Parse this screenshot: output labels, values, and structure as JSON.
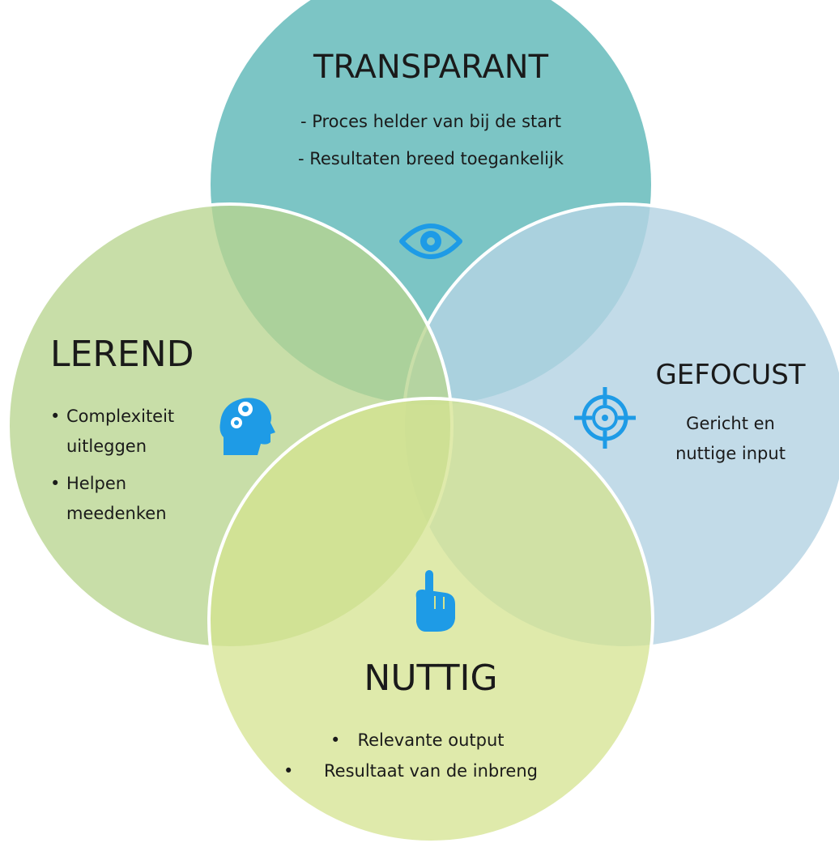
{
  "colors": {
    "transparant_fill": "#7CC5C5",
    "gefocust_fill": "#B4D3E3",
    "lerend_fill": "#B9D58F",
    "nuttig_fill": "#D4E38F",
    "icon_blue": "#1E9BE6",
    "text": "#1a1a1a"
  },
  "transparant": {
    "title": "TRANSPARANT",
    "lines": [
      "- Proces helder van bij de start",
      "- Resultaten breed toegankelijk"
    ],
    "icon": "eye-icon"
  },
  "gefocust": {
    "title": "GEFOCUST",
    "lines": [
      "Gericht en",
      "nuttige input"
    ],
    "icon": "target-crosshair-icon"
  },
  "lerend": {
    "title": "LEREND",
    "bullet": "•",
    "lines": [
      "Complexiteit",
      "uitleggen",
      "Helpen",
      "meedenken"
    ],
    "icon": "head-gears-icon"
  },
  "nuttig": {
    "title": "NUTTIG",
    "bullet": "•",
    "lines": [
      "Relevante output",
      "Resultaat van de inbreng"
    ],
    "icon": "pointing-hand-icon"
  }
}
